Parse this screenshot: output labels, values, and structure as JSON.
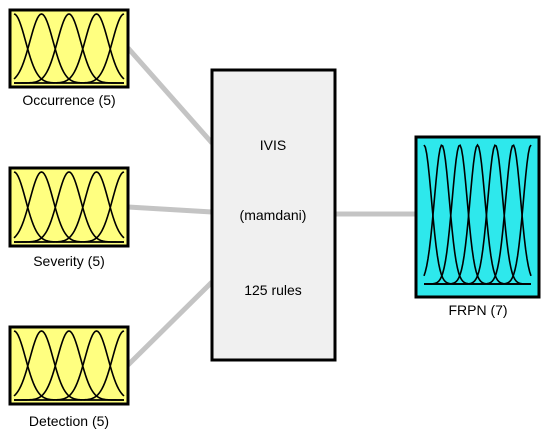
{
  "colors": {
    "input_fill": "#ffff80",
    "output_fill": "#2ee8ec",
    "engine_fill": "#f0f0f0",
    "connector": "#c4c4c4",
    "curve": "#000000"
  },
  "inputs": [
    {
      "label": "Occurrence (5)",
      "mf_count": 5
    },
    {
      "label": "Severity (5)",
      "mf_count": 5
    },
    {
      "label": "Detection (5)",
      "mf_count": 5
    }
  ],
  "engine": {
    "name": "IVIS",
    "method": "(mamdani)",
    "rules": "125 rules"
  },
  "output": {
    "label": "FRPN (7)",
    "mf_count": 7
  }
}
